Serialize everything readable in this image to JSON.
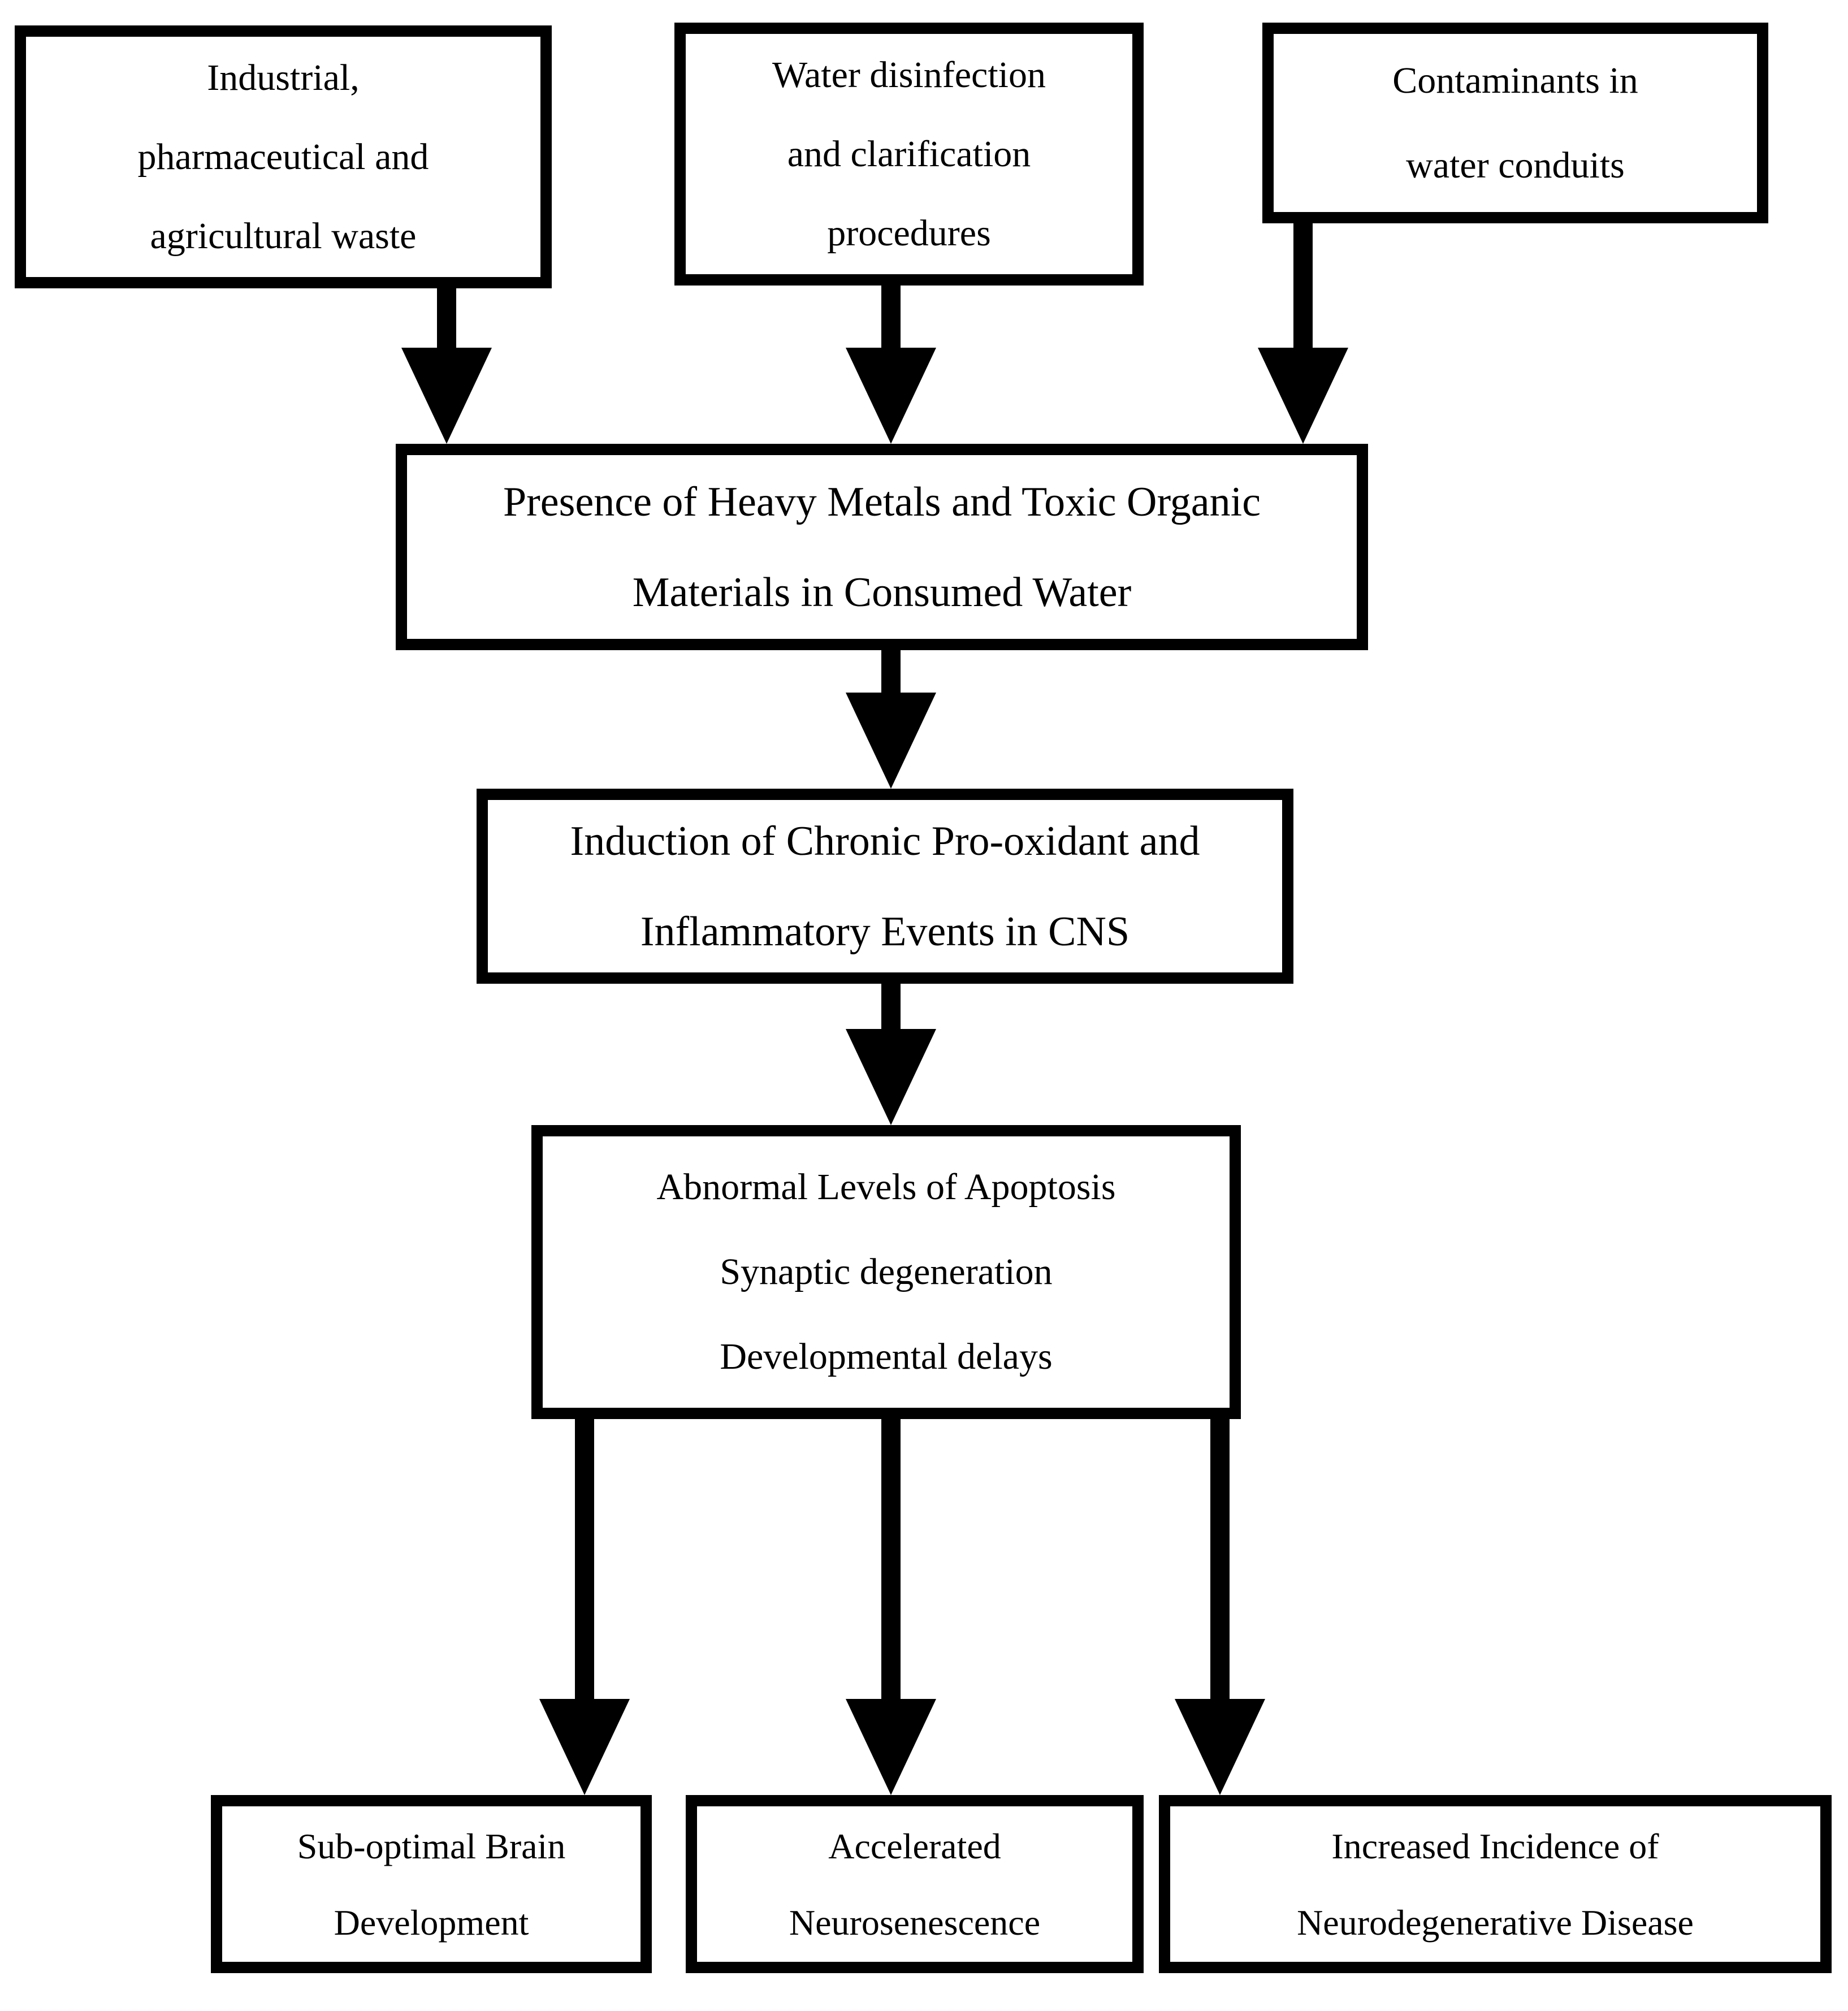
{
  "diagram": {
    "background_color": "#ffffff",
    "line_color": "#000000",
    "nodes": {
      "industrial_waste": {
        "lines": [
          "Industrial,",
          "pharmaceutical and",
          "agricultural waste"
        ]
      },
      "water_disinfection": {
        "lines": [
          "Water disinfection",
          "and clarification",
          "procedures"
        ]
      },
      "contaminants": {
        "lines": [
          "Contaminants in",
          "water conduits"
        ]
      },
      "heavy_metals": {
        "lines": [
          "Presence of Heavy Metals and Toxic Organic",
          "Materials in Consumed Water"
        ]
      },
      "induction": {
        "lines": [
          "Induction of Chronic Pro-oxidant and",
          "Inflammatory Events in CNS"
        ]
      },
      "abnormal": {
        "lines": [
          "Abnormal Levels of Apoptosis",
          "Synaptic degeneration",
          "Developmental delays"
        ]
      },
      "brain_development": {
        "lines": [
          "Sub-optimal Brain",
          "Development"
        ]
      },
      "neurosenescence": {
        "lines": [
          "Accelerated",
          "Neurosenescence"
        ]
      },
      "neurodegenerative": {
        "lines": [
          "Increased Incidence of",
          "Neurodegenerative Disease"
        ]
      }
    },
    "edges": [
      {
        "from": "industrial_waste",
        "to": "heavy_metals"
      },
      {
        "from": "water_disinfection",
        "to": "heavy_metals"
      },
      {
        "from": "contaminants",
        "to": "heavy_metals"
      },
      {
        "from": "heavy_metals",
        "to": "induction"
      },
      {
        "from": "induction",
        "to": "abnormal"
      },
      {
        "from": "abnormal",
        "to": "brain_development"
      },
      {
        "from": "abnormal",
        "to": "neurosenescence"
      },
      {
        "from": "abnormal",
        "to": "neurodegenerative"
      }
    ]
  }
}
